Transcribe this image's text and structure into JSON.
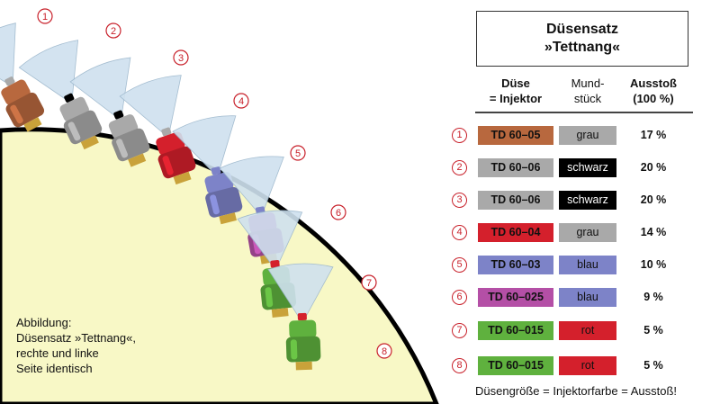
{
  "title": {
    "line1": "Düsensatz",
    "line2": "»Tettnang«"
  },
  "headers": {
    "duese_line1": "Düse",
    "duese_line2": "= Injektor",
    "mund_line1": "Mund-",
    "mund_line2": "stück",
    "ausstoss_line1": "Ausstoß",
    "ausstoss_line2": "(100 %)"
  },
  "rows": [
    {
      "num": "1",
      "injector": "TD 60–05",
      "injector_color": "#b8683e",
      "mundstueck": "grau",
      "mund_color": "#a9a9a9",
      "mund_text_color": "#111111",
      "ausstoss": "17 %"
    },
    {
      "num": "2",
      "injector": "TD 60–06",
      "injector_color": "#a9a9a9",
      "mundstueck": "schwarz",
      "mund_color": "#000000",
      "mund_text_color": "#ffffff",
      "ausstoss": "20 %"
    },
    {
      "num": "3",
      "injector": "TD 60–06",
      "injector_color": "#a9a9a9",
      "mundstueck": "schwarz",
      "mund_color": "#000000",
      "mund_text_color": "#ffffff",
      "ausstoss": "20 %"
    },
    {
      "num": "4",
      "injector": "TD 60–04",
      "injector_color": "#d4202c",
      "mundstueck": "grau",
      "mund_color": "#a9a9a9",
      "mund_text_color": "#111111",
      "ausstoss": "14 %"
    },
    {
      "num": "5",
      "injector": "TD 60–03",
      "injector_color": "#7d83c8",
      "mundstueck": "blau",
      "mund_color": "#7d83c8",
      "mund_text_color": "#111111",
      "ausstoss": "10 %"
    },
    {
      "num": "6",
      "injector": "TD 60–025",
      "injector_color": "#b44fa6",
      "mundstueck": "blau",
      "mund_color": "#7d83c8",
      "mund_text_color": "#111111",
      "ausstoss": "9 %"
    },
    {
      "num": "7",
      "injector": "TD 60–015",
      "injector_color": "#5fb13e",
      "mundstueck": "rot",
      "mund_color": "#d4202c",
      "mund_text_color": "#111111",
      "ausstoss": "5 %"
    },
    {
      "num": "8",
      "injector": "TD 60–015",
      "injector_color": "#5fb13e",
      "mundstueck": "rot",
      "mund_color": "#d4202c",
      "mund_text_color": "#111111",
      "ausstoss": "5 %"
    }
  ],
  "footer": "Düsengröße = Injektorfarbe = Ausstoß!",
  "caption": {
    "line1": "Abbildung:",
    "line2": "Düsensatz »Tettnang«,",
    "line3": "rechte und linke",
    "line4": "Seite identisch"
  },
  "colors": {
    "accent_red": "#c8202a",
    "disc_fill": "#f8f8c6"
  }
}
